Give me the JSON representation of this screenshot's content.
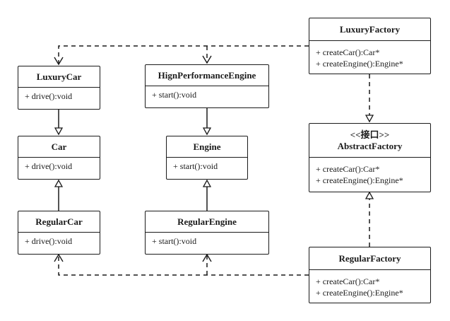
{
  "classes": {
    "luxury_car": {
      "name": "LuxuryCar",
      "methods": [
        "+ drive():void"
      ]
    },
    "car": {
      "name": "Car",
      "methods": [
        "+ drive():void"
      ]
    },
    "regular_car": {
      "name": "RegularCar",
      "methods": [
        "+ drive():void"
      ]
    },
    "high_perf_engine": {
      "name": "HignPerformanceEngine",
      "methods": [
        "+ start():void"
      ]
    },
    "engine": {
      "name": "Engine",
      "methods": [
        "+ start():void"
      ]
    },
    "regular_engine": {
      "name": "RegularEngine",
      "methods": [
        "+ start():void"
      ]
    },
    "luxury_factory": {
      "name": "LuxuryFactory",
      "methods": [
        "+ createCar():Car*",
        "+ createEngine():Engine*"
      ]
    },
    "abstract_factory": {
      "stereotype": "<<接口>>",
      "name": "AbstractFactory",
      "methods": [
        "+ createCar():Car*",
        "+ createEngine():Engine*"
      ]
    },
    "regular_factory": {
      "name": "RegularFactory",
      "methods": [
        "+ createCar():Car*",
        "+ createEngine():Engine*"
      ]
    }
  }
}
